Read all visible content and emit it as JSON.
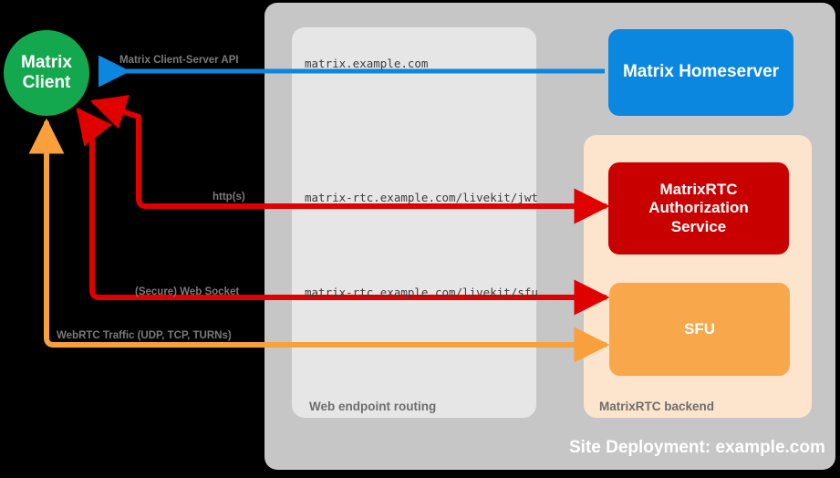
{
  "diagram": {
    "site_container": {
      "label": "Site Deployment: example.com"
    },
    "panels": [
      {
        "name": "web-endpoint-routing",
        "label": "Web endpoint routing"
      },
      {
        "name": "matrixrtc-backend",
        "label": "MatrixRTC backend"
      }
    ],
    "nodes": [
      {
        "name": "matrix-client",
        "label": "Matrix\nClient",
        "line1": "Matrix",
        "line2": "Client",
        "color": "#14a84e"
      },
      {
        "name": "matrix-homeserver",
        "label": "Matrix Homeserver",
        "color": "#0b87e0"
      },
      {
        "name": "matrixrtc-authorization-service",
        "label": "MatrixRTC Authorization Service",
        "line1": "MatrixRTC",
        "line2": "Authorization",
        "line3": "Service",
        "color": "#c90000"
      },
      {
        "name": "sfu",
        "label": "SFU",
        "color": "#f9a74b"
      }
    ],
    "endpoints": [
      {
        "name": "url-matrix",
        "text": "matrix.example.com"
      },
      {
        "name": "url-livekit-jwt",
        "text": "matrix-rtc.example.com/livekit/jwt"
      },
      {
        "name": "url-livekit-sfu",
        "text": "matrix-rtc.example.com/livekit/sfu"
      }
    ],
    "flows": [
      {
        "name": "matrix-client-server-api",
        "label": "Matrix Client-Server API",
        "color": "#0b87e0"
      },
      {
        "name": "https-flow",
        "label": "http(s)",
        "color": "#e00000"
      },
      {
        "name": "secure-web-socket-flow",
        "label": "(Secure) Web Socket",
        "color": "#e00000"
      },
      {
        "name": "webrtc-traffic-flow",
        "label": "WebRTC Traffic (UDP, TCP, TURNs)",
        "color": "#f9a03c"
      }
    ],
    "colors": {
      "background": "#000000",
      "site_container": "#c6c6c6",
      "routing_panel": "#e6e6e6",
      "rtc_panel": "#fde4cc",
      "blue": "#0b87e0",
      "green": "#14a84e",
      "red": "#c90000",
      "arrow_red": "#e00000",
      "orange": "#f9a74b",
      "arrow_orange": "#f9a03c",
      "label_gray": "#7a7a7a"
    }
  }
}
